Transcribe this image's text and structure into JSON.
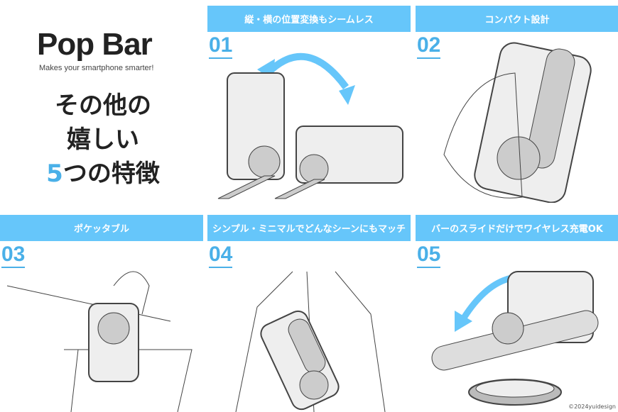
{
  "brand": {
    "logo": "Pop Bar",
    "tagline": "Makes your smartphone smarter!"
  },
  "heading": {
    "line1": "その他の",
    "line2": "嬉しい",
    "line3_num": "5",
    "line3_rest": "つの特徴"
  },
  "panels": [
    {
      "num": "01",
      "title": "縦・横の位置変換もシームレス"
    },
    {
      "num": "02",
      "title": "コンパクト設計"
    },
    {
      "num": "03",
      "title": "ポケッタブル"
    },
    {
      "num": "04",
      "title": "シンプル・ミニマルでどんなシーンにもマッチ"
    },
    {
      "num": "05",
      "title": "バーのスライドだけでワイヤレス充電OK"
    }
  ],
  "copyright": "©2024yuidesign",
  "colors": {
    "accent": "#66c6fa",
    "number": "#4ab0e8"
  }
}
